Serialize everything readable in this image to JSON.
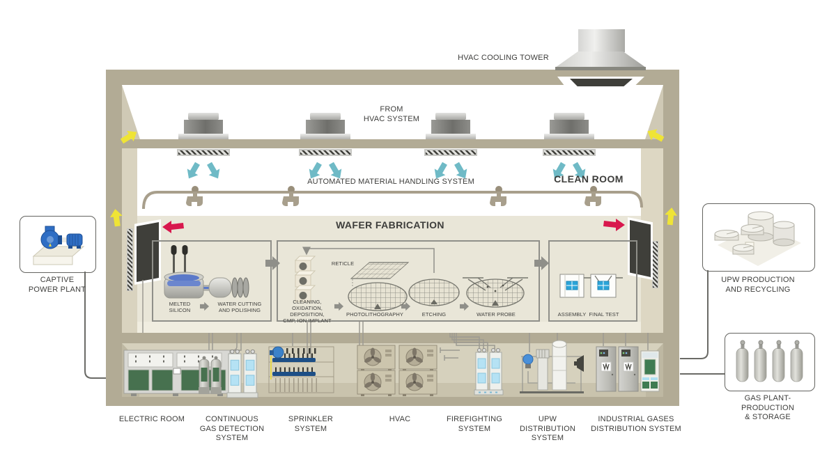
{
  "title_labels": {
    "cooling_tower": "HVAC COOLING TOWER",
    "from_hvac": "FROM\nHVAC SYSTEM",
    "amhs": "AUTOMATED MATERIAL HANDLING SYSTEM",
    "clean_room": "CLEAN ROOM",
    "wafer_fabrication": "WAFER FABRICATION"
  },
  "process": {
    "stage1": {
      "melted_silicon": "MELTED\nSILICON",
      "cutting": "WATER CUTTING\nAND POLISHING"
    },
    "stage2": {
      "cleaning": "CLEANING, OXIDATION,\nDEPOSITION,\nCMP, ION IMPLANT",
      "reticle": "RETICLE",
      "photolithography": "PHOTOLITHOGRAPHY",
      "etching": "ETCHING",
      "water_probe": "WATER PROBE"
    },
    "stage3": {
      "assembly": "ASSEMBLY",
      "final_test": "FINAL TEST"
    }
  },
  "basement": {
    "electric_room": "ELECTRIC ROOM",
    "gas_detection": "CONTINUOUS\nGAS DETECTION\nSYSTEM",
    "sprinkler": "SPRINKLER\nSYSTEM",
    "hvac": "HVAC",
    "firefighting": "FIREFIGHTING\nSYSTEM",
    "upw_distribution": "UPW\nDISTRIBUTION\nSYSTEM",
    "industrial_gases": "INDUSTRIAL GASES\nDISTRIBUTION SYSTEM"
  },
  "external": {
    "captive_power": "CAPTIVE\nPOWER PLANT",
    "upw_production": "UPW PRODUCTION\nAND RECYCLING",
    "gas_plant": "GAS PLANT-\nPRODUCTION\n& STORAGE"
  },
  "icons": {
    "airflow_supply": "blue-down-arrow",
    "air_return": "yellow-up-arrow",
    "air_exhaust": "red-side-arrow",
    "process_flow": "gray-right-arrow"
  },
  "colors": {
    "wall": "#b2ab95",
    "wall_light": "#d9d3bf",
    "fab_floor": "#e9e6d8",
    "basement": "#d6d1bd",
    "airflow_blue": "#6fbac6",
    "return_yellow": "#efe436",
    "exhaust_red": "#d8174d",
    "chip_blue": "#2ba4d8",
    "panel_green": "#47714f",
    "pump_blue": "#2f6ec4",
    "text": "#3d3d3b"
  }
}
